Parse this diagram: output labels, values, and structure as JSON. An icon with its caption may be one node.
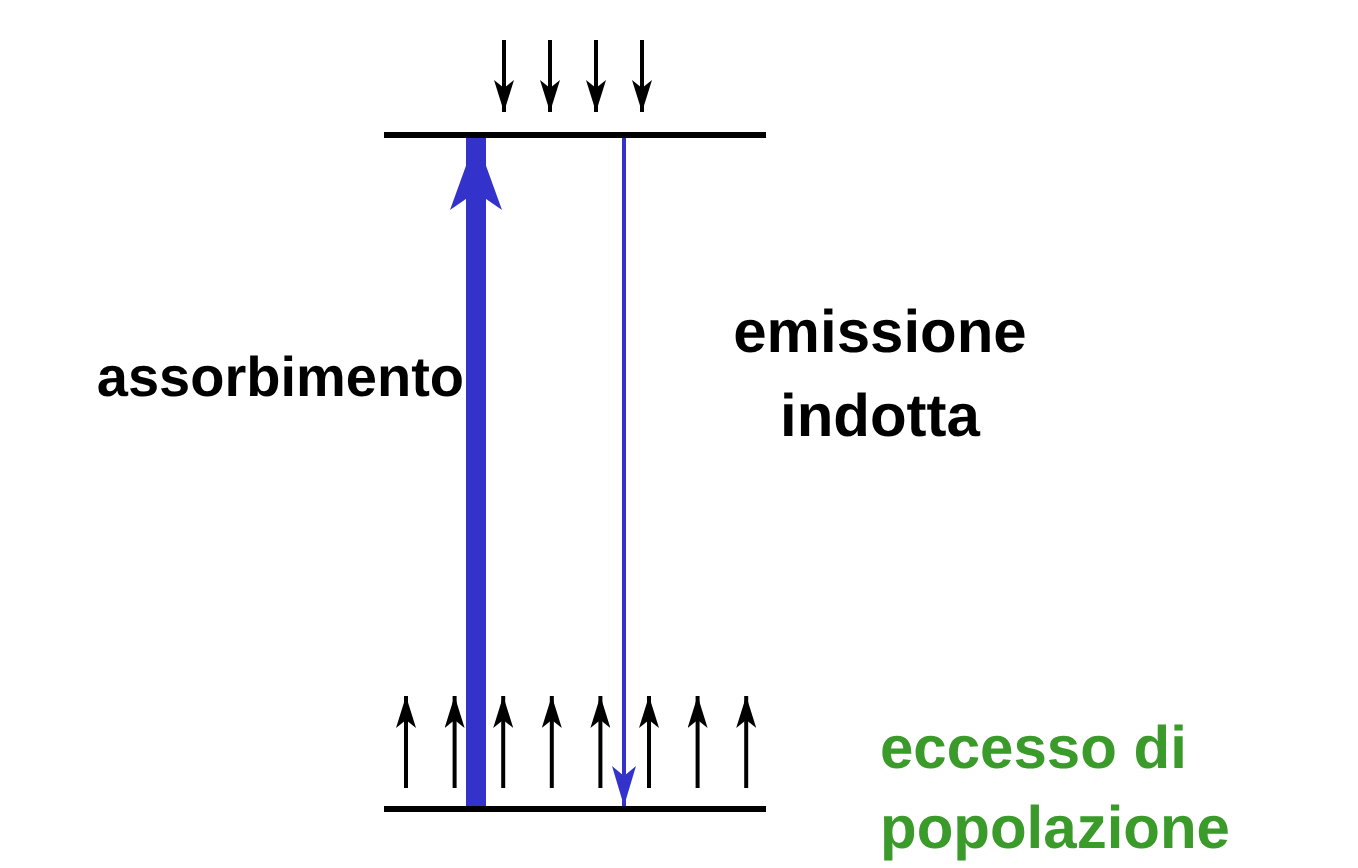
{
  "diagram": {
    "nodes": [
      {
        "text": [],
        "shape": "bar"
      },
      {
        "text": [],
        "shape": "bar"
      }
    ],
    "edges": [
      {
        "from": 1,
        "to": 0,
        "arrow": "to",
        "label": "assorbimento",
        "style": "thick"
      },
      {
        "from": 0,
        "to": 1,
        "arrow": "to",
        "label": "emissione indotta"
      }
    ],
    "labels": [
      "eccesso di popolazione"
    ]
  }
}
